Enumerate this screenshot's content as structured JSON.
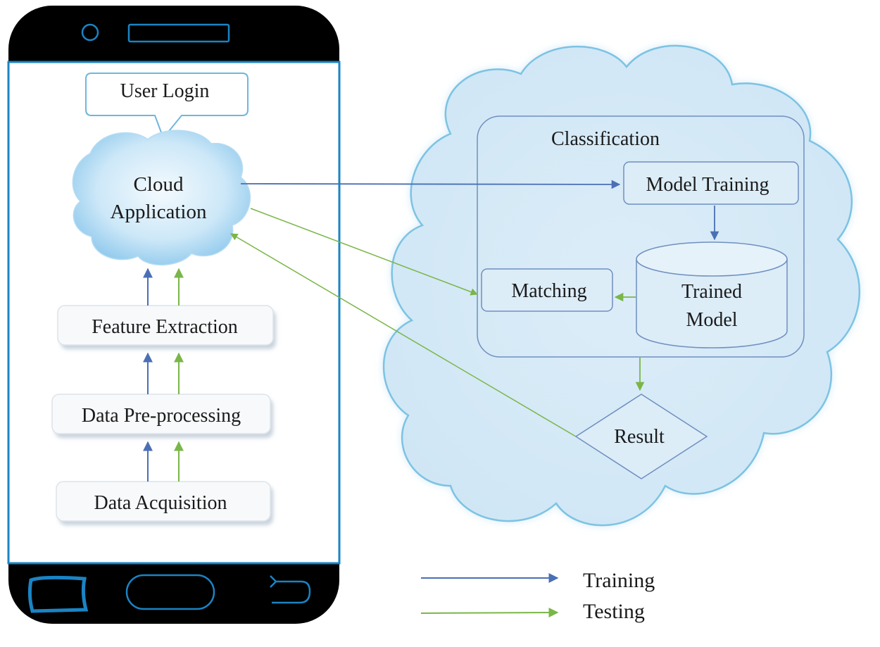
{
  "phone": {
    "user_login": "User Login",
    "cloud_app": [
      "Cloud",
      "Application"
    ],
    "stages": [
      "Feature Extraction",
      "Data Pre-processing",
      "Data Acquisition"
    ]
  },
  "cloud": {
    "classification": "Classification",
    "model_training": "Model Training",
    "trained_model": [
      "Trained",
      "Model"
    ],
    "matching": "Matching",
    "result": "Result"
  },
  "legend": {
    "training": "Training",
    "testing": "Testing"
  },
  "colors": {
    "training_arrow": "#4a6fb5",
    "testing_arrow": "#7ab648",
    "cloud_stroke": "#7cc3e3",
    "box_stroke": "#6f8fbf",
    "phone_body": "#000000",
    "phone_accent": "#1a84c4"
  }
}
